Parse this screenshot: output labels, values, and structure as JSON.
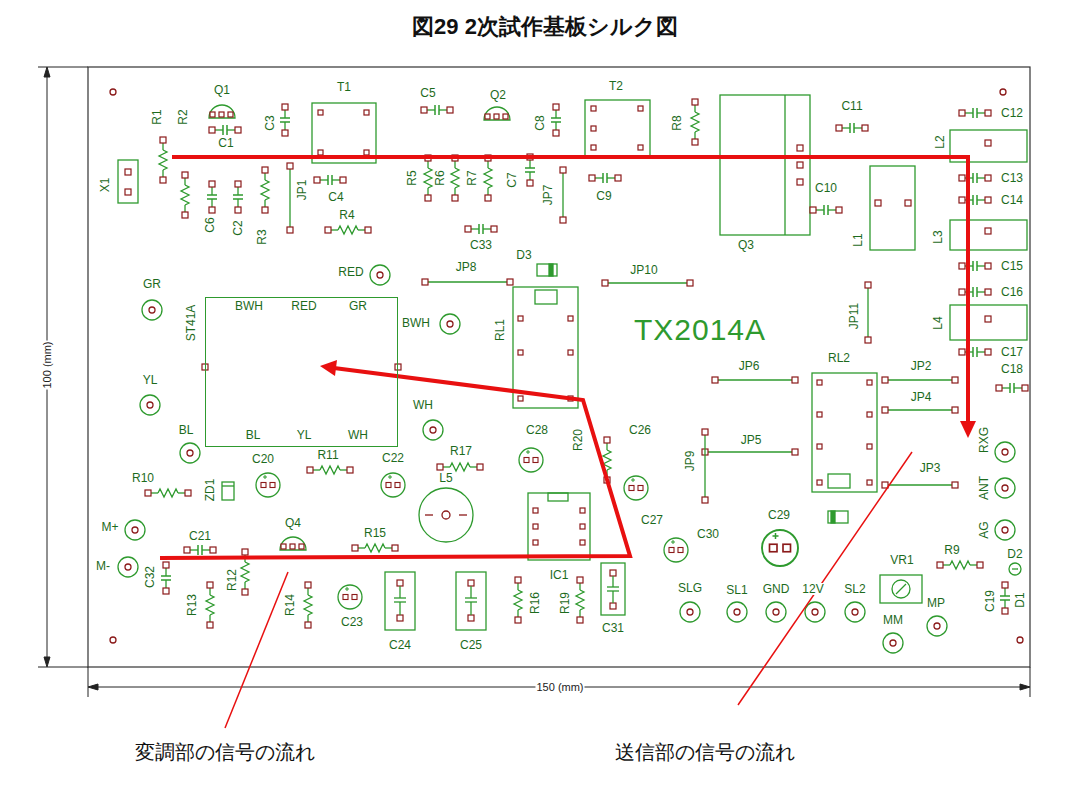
{
  "diagram": {
    "title": "図29 2次試作基板シルク図",
    "nodes": [
      {
        "text": [
          "ST41A",
          "BWH",
          "RED",
          "GR",
          "BL",
          "YL",
          "WH"
        ]
      }
    ],
    "labels": [
      "100 (mm)",
      "150 (mm)",
      "X1",
      "R1",
      "R2",
      "Q1",
      "C1",
      "C3",
      "T1",
      "C5",
      "Q2",
      "C8",
      "T2",
      "R8",
      "C11",
      "C12",
      "L2",
      "C13",
      "C14",
      "L3",
      "C15",
      "C16",
      "L4",
      "C17",
      "C18",
      "C6",
      "C2",
      "R3",
      "JP1",
      "C4",
      "R4",
      "R5",
      "R6",
      "R7",
      "C7",
      "JP7",
      "C33",
      "C9",
      "Q3",
      "C10",
      "L1",
      "RED",
      "JP8",
      "D3",
      "JP10",
      "RL1",
      "TX2014A",
      "JP11",
      "GR",
      "BWH",
      "YL",
      "BL",
      "WH",
      "C28",
      "R20",
      "C26",
      "JP6",
      "RL2",
      "JP2",
      "JP4",
      "JP5",
      "JP3",
      "RXG",
      "ANT",
      "AG",
      "R10",
      "ZD1",
      "C20",
      "R11",
      "C22",
      "R17",
      "L5",
      "C27",
      "JP9",
      "C29",
      "C30",
      "M+",
      "C21",
      "Q4",
      "R15",
      "IC1",
      "M-",
      "C32",
      "R12",
      "R13",
      "R14",
      "C23",
      "C24",
      "C25",
      "R16",
      "R19",
      "C31",
      "SLG",
      "SL1",
      "GND",
      "12V",
      "SL2",
      "VR1",
      "R9",
      "D2",
      "D1",
      "C19",
      "MP",
      "MM",
      "変調部の信号の流れ",
      "送信部の信号の流れ"
    ]
  }
}
